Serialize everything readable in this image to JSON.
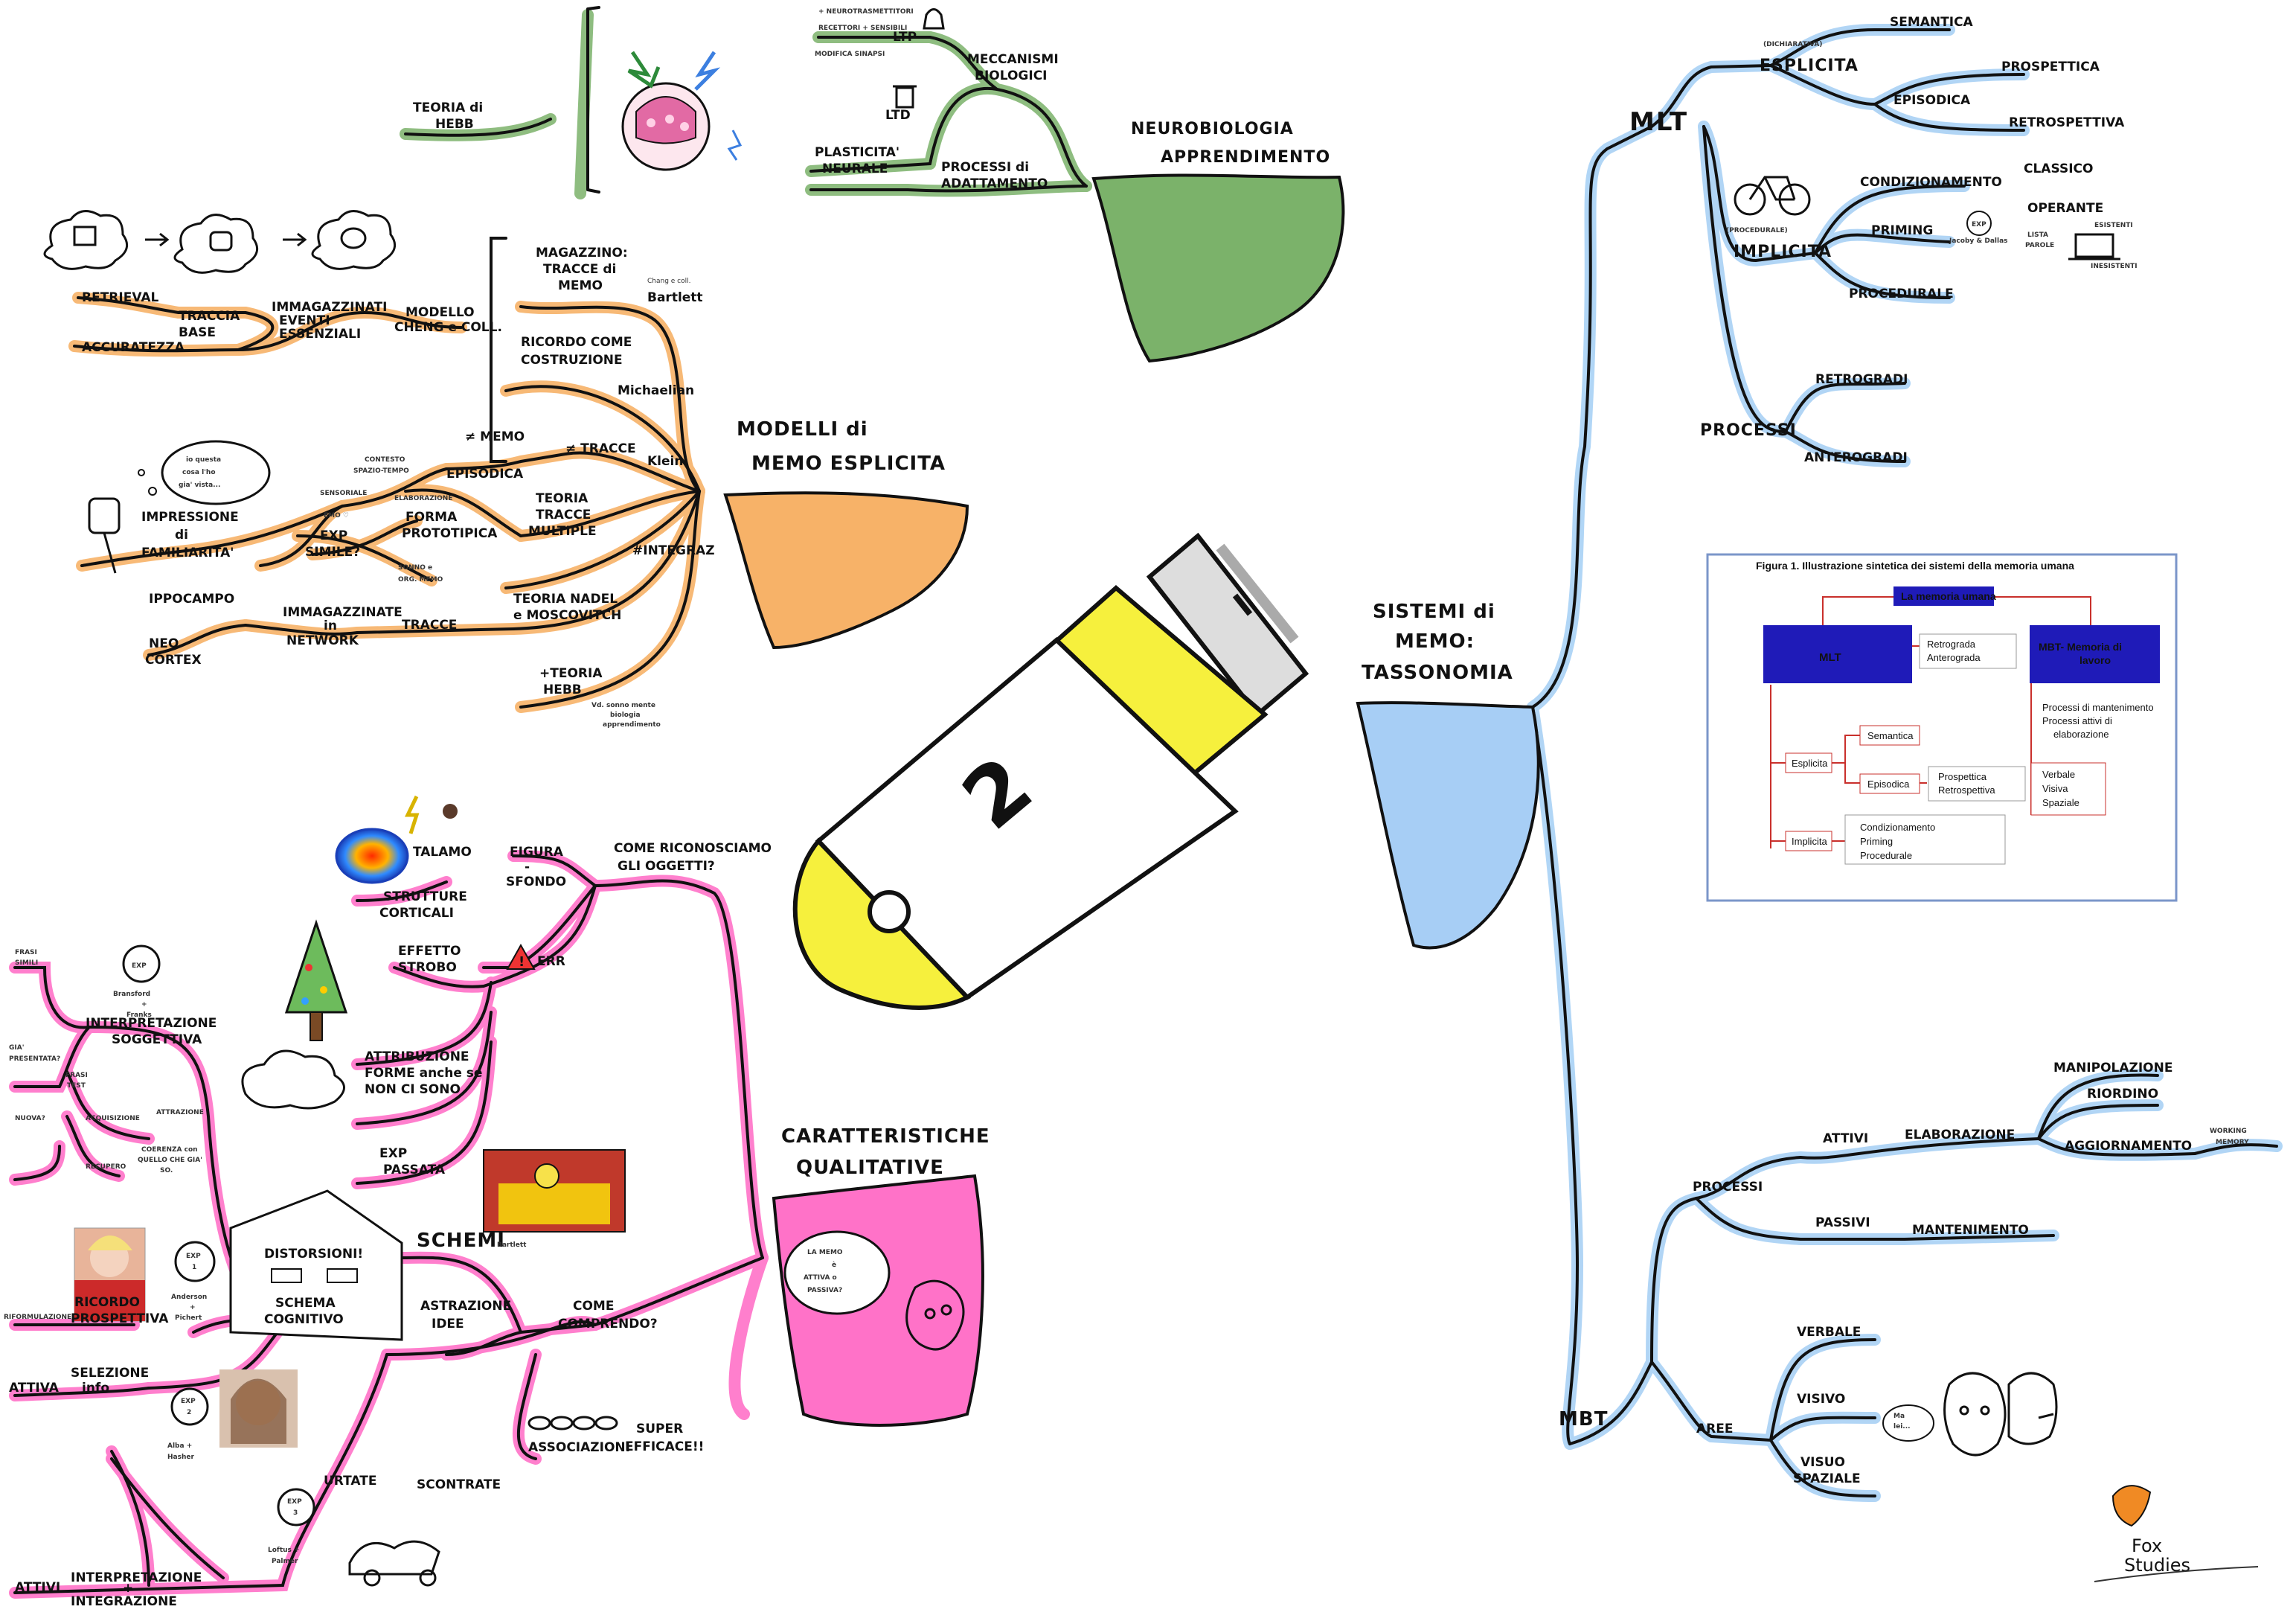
{
  "green": {
    "title": [
      "NEUROBIOLOGIA",
      "APPRENDIMENTO"
    ],
    "hebb": [
      "TEORIA di",
      "HEBB"
    ],
    "processi": [
      "PROCESSI di",
      "ADATTAMENTO"
    ],
    "plasticita": [
      "PLASTICITA'",
      "NEURALE"
    ],
    "meccanismi": [
      "MECCANISMI",
      "BIOLOGICI"
    ],
    "ltp": "LTP",
    "ltd": "LTD",
    "neurotrasmettitori": "+ NEUROTRASMETTITORI",
    "recettori": "RECETTORI + SENSIBILI",
    "modifica_sinapsi": "MODIFICA SINAPSI"
  },
  "orange": {
    "title": [
      "MODELLI di",
      "MEMO ESPLICITA"
    ],
    "magazzino": [
      "MAGAZZINO:",
      "TRACCE di",
      "MEMO"
    ],
    "chang": "Chang e coll.",
    "bartlett": "Bartlett",
    "ricordo": [
      "RICORDO COME",
      "COSTRUZIONE"
    ],
    "michaelian": "Michaelian",
    "tracce_multiple": [
      "TEORIA",
      "TRACCE",
      "MULTIPLE"
    ],
    "piu_tracce": "≠ TRACCE",
    "klein": "Klein",
    "di_memo": "≠ MEMO",
    "episodica": "EPISODICA",
    "contesto": [
      "CONTESTO",
      "SPAZIO-TEMPO"
    ],
    "sensoriale": "SENSORIALE",
    "elaborazione": "ELABORAZIONE",
    "emo": "EMO ♡",
    "exp_simile": [
      "EXP",
      "SIMILE?"
    ],
    "forma": [
      "FORMA",
      "PROTOTIPICA"
    ],
    "sonno": [
      "SONNO e",
      "ORG. MEMO"
    ],
    "impressione": [
      "IMPRESSIONE",
      "di",
      "FAMILIARITA'"
    ],
    "bubble": [
      "io questa",
      "cosa l'ho",
      "gia' vista..."
    ],
    "integrazione": "#INTEGRAZ",
    "nadel": [
      "TEORIA NADEL",
      "e MOSCOVITCH"
    ],
    "ippocampo": "IPPOCAMPO",
    "neocortex": [
      "NEO",
      "CORTEX"
    ],
    "network": [
      "IMMAGAZZINATE",
      "in",
      "NETWORK"
    ],
    "tracce": "TRACCE",
    "hebb": [
      "+TEORIA",
      "HEBB"
    ],
    "retrieval": "RETRIEVAL",
    "accuratezza": "ACCURATEZZA",
    "traccia": [
      "TRACCIA",
      "BASE"
    ],
    "immagazzinati": [
      "IMMAGAZZINATI",
      "EVENTI",
      "ESSENZIALI"
    ],
    "modello": [
      "MODELLO",
      "CHENG e COLL."
    ],
    "hebb_note": [
      "Vd. sonno mente",
      "biologia",
      "apprendimento"
    ]
  },
  "pink": {
    "title": [
      "CARATTERISTICHE",
      "QUALITATIVE"
    ],
    "bubble": [
      "LA MEMO",
      "è",
      "ATTIVA o",
      "PASSIVA?"
    ],
    "come_riconosciamo": [
      "COME RICONOSCIAMO",
      "GLI OGGETTI?"
    ],
    "figura_sfondo": [
      "FIGURA",
      "-",
      "SFONDO"
    ],
    "talamo": "TALAMO",
    "strutture": [
      "STRUTTURE",
      "CORTICALI"
    ],
    "effetto_strobo": [
      "EFFETTO",
      "STROBO"
    ],
    "err": "ERR",
    "attribuzione": [
      "ATTRIBUZIONE",
      "FORME anche se",
      "NON CI SONO"
    ],
    "exp_passata": [
      "EXP",
      "PASSATA"
    ],
    "come_comprendo": [
      "COME",
      "COMPRENDO?"
    ],
    "astrazione": [
      "ASTRAZIONE",
      "IDEE"
    ],
    "schemi": "SCHEMI",
    "bartlett": "Bartlett",
    "distorsioni": "DISTORSIONI!",
    "schema_cognitivo": [
      "SCHEMA",
      "COGNITIVO"
    ],
    "exp1": [
      "EXP",
      "1"
    ],
    "anderson": [
      "Anderson",
      "+",
      "Pichert"
    ],
    "ricordo_prospettiva": [
      "RICORDO",
      "PROSPETTIVA"
    ],
    "riformulazione": "RIFORMULAZIONE",
    "selezione": [
      "SELEZIONE",
      "info"
    ],
    "attiva": "ATTIVA",
    "exp2": [
      "EXP",
      "2"
    ],
    "alba": [
      "Alba +",
      "Hasher"
    ],
    "exp3": [
      "EXP",
      "3"
    ],
    "loftus": [
      "Loftus +",
      "Palmer"
    ],
    "urtate": "URTATE",
    "scontrate": "SCONTRATE",
    "attivi": "ATTIVI",
    "interpretazione_integrazione": [
      "INTERPRETAZIONE",
      "+",
      "INTEGRAZIONE"
    ],
    "associazioni": "ASSOCIAZIONI",
    "super_efficace": [
      "SUPER",
      "EFFICACE!!"
    ],
    "exp_bransford": [
      "EXP",
      "Bransford",
      "+",
      "Franks"
    ],
    "interpretazione": [
      "INTERPRETAZIONE",
      "SOGGETTIVA"
    ],
    "frasi": [
      "FRASI",
      "SIMILI"
    ],
    "gia_presentata": [
      "GIA'",
      "PRESENTATA?"
    ],
    "frasi_test": [
      "FRASI",
      "TEST"
    ],
    "nuova": "NUOVA?",
    "acquisizione": "ACQUISIZIONE",
    "attrazione": "ATTRAZIONE",
    "recupero": "RECUPERO",
    "coerenza": [
      "COERENZA con",
      "QUELLO CHE GIA'",
      "SO."
    ]
  },
  "blue": {
    "title": [
      "SISTEMI di",
      "MEMO:",
      "TASSONOMIA"
    ],
    "mlt": "MLT",
    "esplicita": "ESPLICITA",
    "dichiarativa": "(DICHIARATIVA)",
    "semantica": "SEMANTICA",
    "episodica": "EPISODICA",
    "prospettica": "PROSPETTICA",
    "retrospettiva": "RETROSPETTIVA",
    "procedurale_paren": "(PROCEDURALE)",
    "implicita": "IMPLICITA",
    "condizionamento": "CONDIZIONAMENTO",
    "classico": "CLASSICO",
    "operante": "OPERANTE",
    "priming": "PRIMING",
    "exp_jacoby": [
      "EXP",
      "Jacoby & Dallas"
    ],
    "lista_parole": [
      "LISTA",
      "PAROLE"
    ],
    "esistenti": "ESISTENTI",
    "inesistenti": "INESISTENTI",
    "procedurale": "PROCEDURALE",
    "processi": "PROCESSI",
    "retrogradi": "RETROGRADI",
    "anterogradi": "ANTEROGRADI",
    "mbt": "MBT",
    "processi_mbt": "PROCESSI",
    "attivi": "ATTIVI",
    "elaborazione": "ELABORAZIONE",
    "manipolazione": "MANIPOLAZIONE",
    "riordino": "RIORDINO",
    "aggiornamento": "AGGIORNAMENTO",
    "working_memory": [
      "WORKING",
      "MEMORY"
    ],
    "passivi": "PASSIVI",
    "mantenimento": "MANTENIMENTO",
    "aree": "AREE",
    "verbale": "VERBALE",
    "visivo": "VISIVO",
    "visuo": [
      "VISUO",
      "SPAZIALE"
    ],
    "bubble": [
      "Ma",
      "lei..."
    ]
  },
  "figure": {
    "caption": "Figura 1. Illustrazione sintetica dei sistemi della memoria umana",
    "root": "La memoria umana",
    "mlt": "MLT",
    "mbt": [
      "MBT- Memoria di",
      "lavoro"
    ],
    "mlt_items": [
      "Retrograda",
      "Anterograda"
    ],
    "mbt_items": [
      "Processi di mantenimento",
      "Processi attivi di",
      "elaborazione"
    ],
    "mbt_areas": [
      "Verbale",
      "Visiva",
      "Spaziale"
    ],
    "esplicita": "Esplicita",
    "semantica": "Semantica",
    "episodica": "Episodica",
    "episodica_items": [
      "Prospettica",
      "Retrospettiva"
    ],
    "implicita": "Implicita",
    "implicita_items": [
      "Condizionamento",
      "Priming",
      "Procedurale"
    ]
  },
  "usb": {
    "label": "2"
  },
  "logo": {
    "name": [
      "Fox",
      "Studies"
    ]
  },
  "colors": {
    "green": "#5fa04e",
    "green_fill": "#7bb26a",
    "orange": "#f7b268",
    "pink": "#ff72c8",
    "blue": "#a9d1f5",
    "blue_fill": "#a7cef5",
    "yellow": "#f6f03d",
    "navy": "#1f1bb8",
    "red": "#c9302c"
  }
}
